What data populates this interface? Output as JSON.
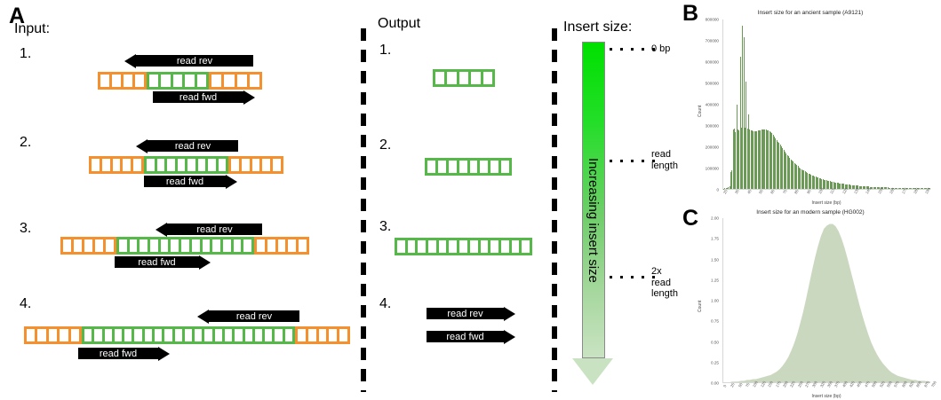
{
  "panels": {
    "a_letter": "A",
    "b_letter": "B",
    "c_letter": "C"
  },
  "panelA": {
    "input_heading": "Input:",
    "output_heading": "Output",
    "insert_heading": "Insert size:",
    "row_numbers": [
      "1.",
      "2.",
      "3.",
      "4."
    ],
    "read_rev_label": "read rev",
    "read_fwd_label": "read fwd",
    "colors": {
      "adapter_orange": "#F4902E",
      "insert_green": "#55B848",
      "arrow_black": "#000000"
    },
    "gradient": {
      "vertical_label": "Increasing insert size",
      "tick_0": "0 bp",
      "tick_read_length": "read\nlength",
      "tick_2x_read_length": "2x read\nlength",
      "top_color": "#00E000",
      "bottom_color": "#C9E3C2"
    }
  },
  "chart_data": [
    {
      "type": "bar",
      "panel": "B",
      "title": "Insert size for an ancient sample (A9121)",
      "xlabel": "Insert size (bp)",
      "ylabel": "Count",
      "ylim": [
        0,
        800000
      ],
      "yticks": [
        0,
        100000,
        200000,
        300000,
        400000,
        500000,
        600000,
        700000,
        800000
      ],
      "ytick_labels": [
        "0",
        "100000",
        "200000",
        "300000",
        "400000",
        "500000",
        "600000",
        "700000",
        "800000"
      ],
      "xlim": [
        25,
        200
      ],
      "xticks": [
        25,
        35,
        45,
        55,
        65,
        75,
        85,
        95,
        105,
        115,
        125,
        135,
        145,
        155,
        165,
        175,
        185,
        195
      ],
      "xtick_labels": [
        "25",
        "35",
        "45",
        "55",
        "65",
        "75",
        "85",
        "95",
        "105",
        "115",
        "125",
        "135",
        "145",
        "155",
        "165",
        "175",
        "185",
        "195"
      ],
      "grid": false,
      "bar_color": "#6A9A55",
      "categories": [
        25,
        26,
        27,
        28,
        29,
        30,
        31,
        32,
        33,
        34,
        35,
        36,
        37,
        38,
        39,
        40,
        41,
        42,
        43,
        44,
        45,
        46,
        47,
        48,
        49,
        50,
        51,
        52,
        53,
        54,
        55,
        56,
        57,
        58,
        59,
        60,
        61,
        62,
        63,
        64,
        65,
        66,
        67,
        68,
        69,
        70,
        71,
        72,
        73,
        74,
        75,
        76,
        77,
        78,
        79,
        80,
        81,
        82,
        83,
        84,
        85,
        86,
        87,
        88,
        89,
        90,
        91,
        92,
        93,
        94,
        95,
        96,
        97,
        98,
        99,
        100,
        101,
        102,
        103,
        104,
        105,
        106,
        107,
        108,
        109,
        110,
        111,
        112,
        113,
        114,
        115,
        116,
        117,
        118,
        119,
        120,
        121,
        122,
        123,
        124,
        125,
        126,
        127,
        128,
        129,
        130,
        131,
        132,
        133,
        134,
        135,
        136,
        137,
        138,
        139,
        140,
        141,
        142,
        143,
        144,
        145,
        146,
        147,
        148,
        149,
        150,
        151,
        152,
        153,
        154,
        155,
        156,
        157,
        158,
        159,
        160,
        161,
        162,
        163,
        164,
        165,
        166,
        167,
        168,
        169,
        170,
        171,
        172,
        173,
        174,
        175,
        176,
        177,
        178,
        179,
        180,
        181,
        182,
        183,
        184,
        185,
        186,
        187,
        188,
        189,
        190,
        191,
        192,
        193,
        194,
        195,
        196,
        197,
        198,
        199,
        200
      ],
      "values": [
        2000,
        3000,
        4000,
        6000,
        9000,
        12000,
        80000,
        90000,
        280000,
        285000,
        270000,
        398000,
        280000,
        275000,
        625000,
        290000,
        770000,
        715000,
        290000,
        505000,
        285000,
        350000,
        280000,
        278000,
        276000,
        274000,
        272000,
        272000,
        273000,
        275000,
        276000,
        278000,
        280000,
        281000,
        282000,
        281000,
        280000,
        278000,
        275000,
        272000,
        268000,
        262000,
        255000,
        248000,
        240000,
        232000,
        224000,
        216000,
        208000,
        200000,
        192000,
        184000,
        176000,
        168000,
        161000,
        154000,
        147000,
        140000,
        134000,
        128000,
        122000,
        117000,
        112000,
        107000,
        102000,
        98000,
        94000,
        90000,
        86000,
        82000,
        79000,
        76000,
        73000,
        70000,
        67000,
        64000,
        62000,
        59000,
        57000,
        55000,
        53000,
        51000,
        49000,
        47000,
        45000,
        43500,
        42000,
        40500,
        39000,
        37500,
        36000,
        35000,
        33500,
        32500,
        31000,
        30000,
        29000,
        28000,
        27000,
        26000,
        25000,
        24000,
        23500,
        22500,
        21500,
        21000,
        20000,
        19500,
        18500,
        18000,
        17000,
        16500,
        16000,
        15500,
        15000,
        14500,
        14000,
        13500,
        13000,
        12500,
        12000,
        11500,
        11200,
        10800,
        10500,
        10000,
        9700,
        9400,
        9100,
        8800,
        8500,
        8200,
        8000,
        7700,
        7500,
        7200,
        7000,
        6800,
        6600,
        6400,
        6200,
        6000,
        5800,
        5600,
        5400,
        5300,
        5100,
        5000,
        4800,
        4700,
        4500,
        4400,
        4300,
        4200,
        4000,
        3900,
        3800,
        3700,
        3600,
        3500,
        3400,
        3300,
        3200,
        3100,
        3000,
        2900,
        2850,
        2750,
        2700,
        2600,
        2550,
        2500,
        2400,
        2350,
        2300,
        2250
      ]
    },
    {
      "type": "area",
      "panel": "C",
      "title": "Insert size for an modern sample (HG002)",
      "xlabel": "Insert size (bp)",
      "ylabel": "Count",
      "ylim": [
        0,
        2.0
      ],
      "yticks": [
        0,
        0.25,
        0.5,
        0.75,
        1.0,
        1.25,
        1.5,
        1.75,
        2.0
      ],
      "ytick_labels": [
        "0.00",
        "0.25",
        "0.50",
        "0.75",
        "1.00",
        "1.25",
        "1.50",
        "1.75",
        "2.00"
      ],
      "xlim": [
        0,
        700
      ],
      "xticks": [
        0,
        25,
        50,
        75,
        100,
        125,
        150,
        175,
        200,
        225,
        250,
        275,
        300,
        325,
        350,
        375,
        400,
        425,
        450,
        475,
        500,
        525,
        550,
        575,
        600,
        625,
        650,
        675,
        700
      ],
      "xtick_labels": [
        "0",
        "25",
        "50",
        "75",
        "100",
        "125",
        "150",
        "175",
        "200",
        "225",
        "250",
        "275",
        "300",
        "325",
        "350",
        "375",
        "400",
        "425",
        "450",
        "475",
        "500",
        "525",
        "550",
        "575",
        "600",
        "625",
        "650",
        "675",
        "700"
      ],
      "grid": false,
      "fill_color": "#CBD8C0",
      "peak_x": 370,
      "peak_y": 1.93,
      "x": [
        0,
        10,
        20,
        30,
        40,
        50,
        60,
        70,
        80,
        90,
        100,
        110,
        120,
        130,
        140,
        150,
        160,
        170,
        180,
        190,
        200,
        210,
        220,
        230,
        240,
        250,
        260,
        270,
        280,
        290,
        300,
        310,
        320,
        330,
        340,
        350,
        360,
        370,
        380,
        390,
        400,
        410,
        420,
        430,
        440,
        450,
        460,
        470,
        480,
        490,
        500,
        510,
        520,
        530,
        540,
        550,
        560,
        570,
        580,
        590,
        600,
        610,
        620,
        630,
        640,
        650,
        660,
        670,
        680,
        690,
        700
      ],
      "values": [
        0.0,
        0.0,
        0.0,
        0.01,
        0.01,
        0.01,
        0.02,
        0.02,
        0.03,
        0.03,
        0.04,
        0.04,
        0.05,
        0.06,
        0.07,
        0.08,
        0.09,
        0.11,
        0.13,
        0.16,
        0.2,
        0.25,
        0.31,
        0.39,
        0.48,
        0.59,
        0.72,
        0.86,
        1.02,
        1.19,
        1.36,
        1.52,
        1.66,
        1.78,
        1.87,
        1.91,
        1.93,
        1.93,
        1.9,
        1.84,
        1.75,
        1.64,
        1.51,
        1.37,
        1.23,
        1.09,
        0.95,
        0.82,
        0.7,
        0.59,
        0.49,
        0.41,
        0.34,
        0.28,
        0.23,
        0.19,
        0.15,
        0.12,
        0.1,
        0.08,
        0.07,
        0.06,
        0.05,
        0.04,
        0.03,
        0.03,
        0.02,
        0.02,
        0.02,
        0.01,
        0.01
      ]
    }
  ]
}
